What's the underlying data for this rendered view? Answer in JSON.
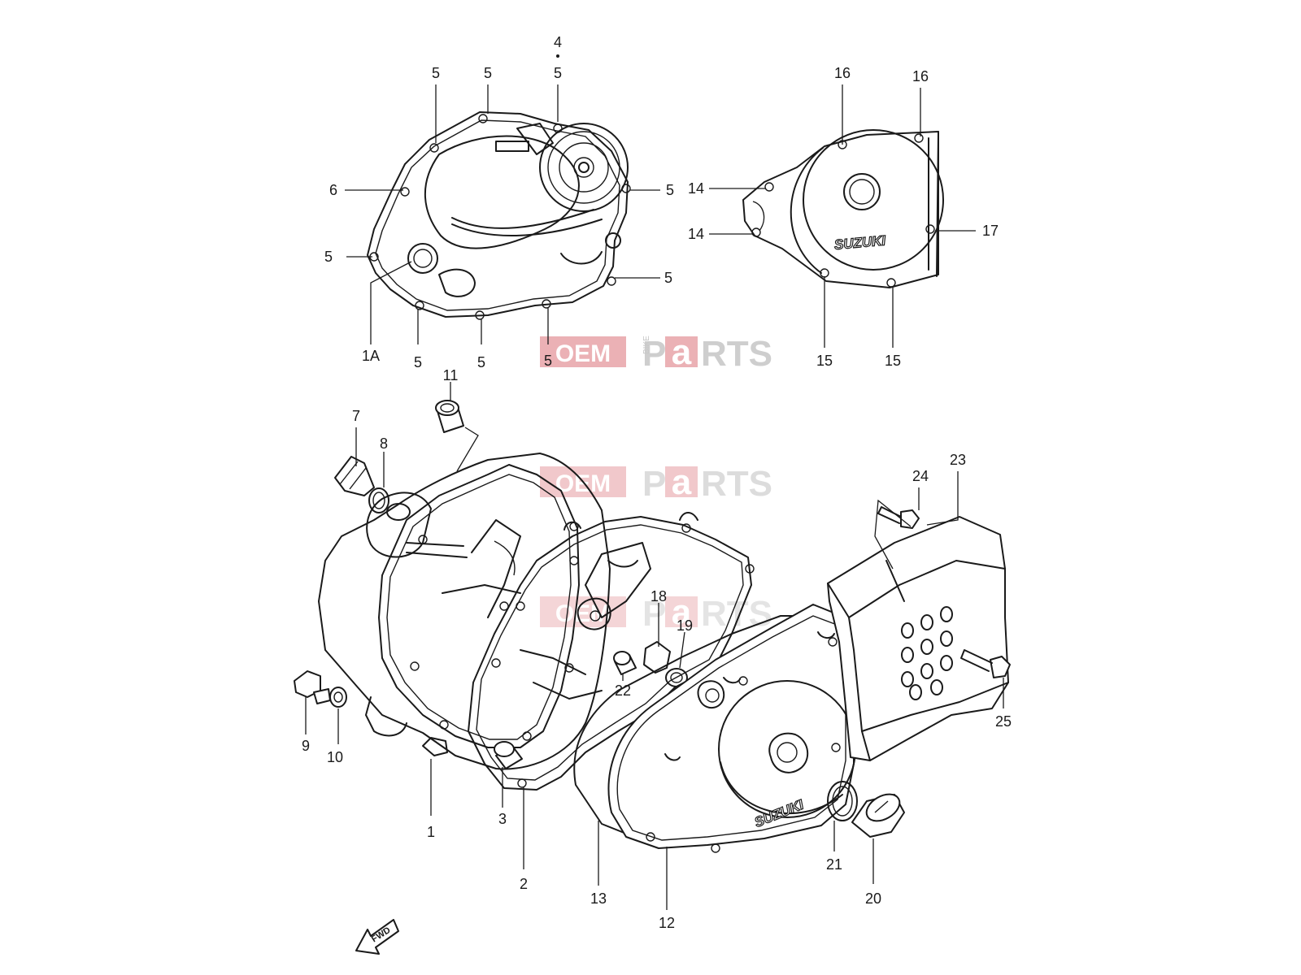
{
  "watermark": {
    "oem": "OEM",
    "bike": "BIKE",
    "parts_p": "P",
    "parts_a": "a",
    "parts_rest": "RTS",
    "accent": "#e7a3a8"
  },
  "covers": {
    "brand_logo": "SUZUKI"
  },
  "fwd_arrow": {
    "text": "FWD"
  },
  "callouts": [
    {
      "id": "c-4",
      "text": "4"
    },
    {
      "id": "c-5-top-a",
      "text": "5"
    },
    {
      "id": "c-5-top-b",
      "text": "5"
    },
    {
      "id": "c-5-top-c",
      "text": "5"
    },
    {
      "id": "c-6",
      "text": "6"
    },
    {
      "id": "c-5-left",
      "text": "5"
    },
    {
      "id": "c-5-right-a",
      "text": "5"
    },
    {
      "id": "c-5-right-b",
      "text": "5"
    },
    {
      "id": "c-1a",
      "text": "1A"
    },
    {
      "id": "c-5-bot-a",
      "text": "5"
    },
    {
      "id": "c-5-bot-b",
      "text": "5"
    },
    {
      "id": "c-5-bot-c",
      "text": "5"
    },
    {
      "id": "c-16-a",
      "text": "16"
    },
    {
      "id": "c-16-b",
      "text": "16"
    },
    {
      "id": "c-14-a",
      "text": "14"
    },
    {
      "id": "c-14-b",
      "text": "14"
    },
    {
      "id": "c-17",
      "text": "17"
    },
    {
      "id": "c-15-a",
      "text": "15"
    },
    {
      "id": "c-15-b",
      "text": "15"
    },
    {
      "id": "c-11",
      "text": "11"
    },
    {
      "id": "c-7",
      "text": "7"
    },
    {
      "id": "c-8",
      "text": "8"
    },
    {
      "id": "c-9",
      "text": "9"
    },
    {
      "id": "c-10",
      "text": "10"
    },
    {
      "id": "c-1",
      "text": "1"
    },
    {
      "id": "c-3",
      "text": "3"
    },
    {
      "id": "c-2",
      "text": "2"
    },
    {
      "id": "c-18",
      "text": "18"
    },
    {
      "id": "c-19",
      "text": "19"
    },
    {
      "id": "c-22",
      "text": "22"
    },
    {
      "id": "c-13",
      "text": "13"
    },
    {
      "id": "c-12",
      "text": "12"
    },
    {
      "id": "c-21",
      "text": "21"
    },
    {
      "id": "c-20",
      "text": "20"
    },
    {
      "id": "c-23",
      "text": "23"
    },
    {
      "id": "c-24",
      "text": "24"
    },
    {
      "id": "c-25",
      "text": "25"
    }
  ]
}
